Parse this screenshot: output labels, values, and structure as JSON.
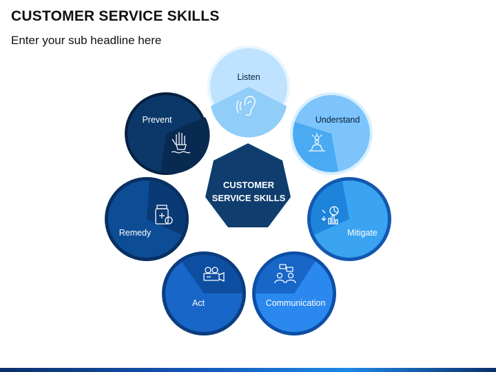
{
  "header": {
    "title": "CUSTOMER SERVICE SKILLS",
    "subtitle": "Enter your sub headline here"
  },
  "center": {
    "line1": "CUSTOMER",
    "line2": "SERVICE SKILLS",
    "color": "#0f3d6e"
  },
  "skills": [
    {
      "label": "Listen",
      "icon": "ear-icon",
      "color": "#bfe3ff",
      "dark": "#90cdf8"
    },
    {
      "label": "Understand",
      "icon": "meditation-idea-icon",
      "color": "#7cc4fb",
      "dark": "#4aaaf2"
    },
    {
      "label": "Mitigate",
      "icon": "analytics-chart-icon",
      "color": "#3aa3f2",
      "dark": "#1d83db"
    },
    {
      "label": "Communication",
      "icon": "people-chat-icon",
      "color": "#2a88ee",
      "dark": "#1766c8"
    },
    {
      "label": "Act",
      "icon": "video-camera-icon",
      "color": "#1866c7",
      "dark": "#0e4ea1"
    },
    {
      "label": "Remedy",
      "icon": "medicine-bottle-icon",
      "color": "#0d4d96",
      "dark": "#0a3a75"
    },
    {
      "label": "Prevent",
      "icon": "stop-hand-icon",
      "color": "#0b3869",
      "dark": "#082a51"
    }
  ]
}
